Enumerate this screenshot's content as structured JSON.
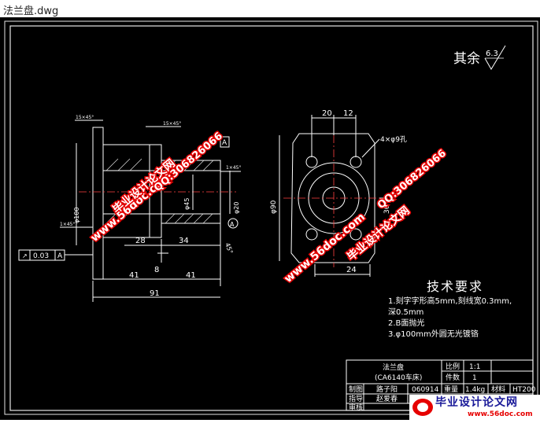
{
  "window": {
    "title": "法兰盘.dwg"
  },
  "drawing": {
    "roughness": {
      "label": "其余",
      "value": "6.3"
    },
    "left_view": {
      "dims": {
        "d28": "28",
        "d34": "34",
        "d41a": "41",
        "d41b": "41",
        "d8": "8",
        "d91": "91",
        "phi100": "φ100",
        "phi45": "φ45",
        "phi20": "φ20",
        "chamfer15a": "15×45°",
        "chamfer15b": "15×45°",
        "chamfer1a": "1×45°",
        "chamfer1b": "1×45°",
        "angle45": "45°"
      },
      "datum_a": "A",
      "gdt": {
        "value": "0.03",
        "datum": "A"
      }
    },
    "right_view": {
      "dims": {
        "d20": "20",
        "d12": "12",
        "d24": "24",
        "d36": "36",
        "phi90": "φ90",
        "holes": "4×φ9孔"
      }
    },
    "tech_req": {
      "title": "技术要求",
      "items": [
        "1.刻字字形高5mm,刻线宽0.3mm,",
        "深0.5mm",
        "2.B面抛光",
        "3.φ100mm外圆无光镀铬"
      ]
    },
    "title_block": {
      "name": "法兰盘",
      "subtitle": "(CA6140车床)",
      "scale_label": "比例",
      "scale_value": "1:1",
      "count_label": "件数",
      "count_value": "1",
      "drawn_label": "制图",
      "drawn_name": "路子阳",
      "drawn_no": "060914",
      "weight_label": "重量",
      "weight_value": "1.4kg",
      "material_label": "材料",
      "material_value": "HT200",
      "guide_label": "指导",
      "guide_name": "赵爱春",
      "review_label": "审核"
    },
    "watermarks": {
      "left_site": "www.56doc.com",
      "left_cn": "毕业设计论文网",
      "left_qq": "QQ:306826066",
      "right_site": "www.56doc.com",
      "right_cn": "毕业设计论文网",
      "right_qq": "QQ:306826066",
      "logo_cn": "毕业设计论文网",
      "logo_site": "www.56doc.com"
    }
  }
}
